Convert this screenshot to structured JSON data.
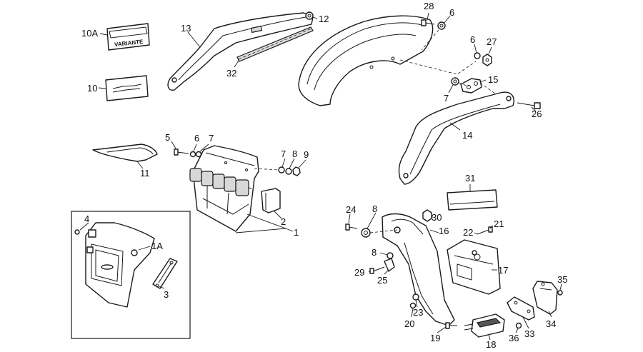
{
  "diagram": {
    "callouts": {
      "c1": "1",
      "c1A": "1A",
      "c2": "2",
      "c3": "3",
      "c4": "4",
      "c5": "5",
      "c6a": "6",
      "c6b": "6",
      "c6c": "6",
      "c7a": "7",
      "c7b": "7",
      "c7c": "7",
      "c8a": "8",
      "c8b": "8",
      "c8c": "8",
      "c9": "9",
      "c10": "10",
      "c10A": "10A",
      "c11": "11",
      "c12": "12",
      "c13": "13",
      "c14": "14",
      "c15": "15",
      "c16": "16",
      "c17": "17",
      "c18": "18",
      "c19": "19",
      "c20": "20",
      "c21": "21",
      "c22": "22",
      "c23": "23",
      "c24": "24",
      "c25": "25",
      "c26": "26",
      "c27": "27",
      "c28": "28",
      "c29": "29",
      "c30": "30",
      "c31": "31",
      "c32": "32",
      "c33": "33",
      "c34": "34",
      "c35": "35",
      "c36": "36"
    },
    "badge_text": "VARIANTE",
    "colors": {
      "line": "#1a1a1a",
      "background": "#ffffff"
    }
  }
}
